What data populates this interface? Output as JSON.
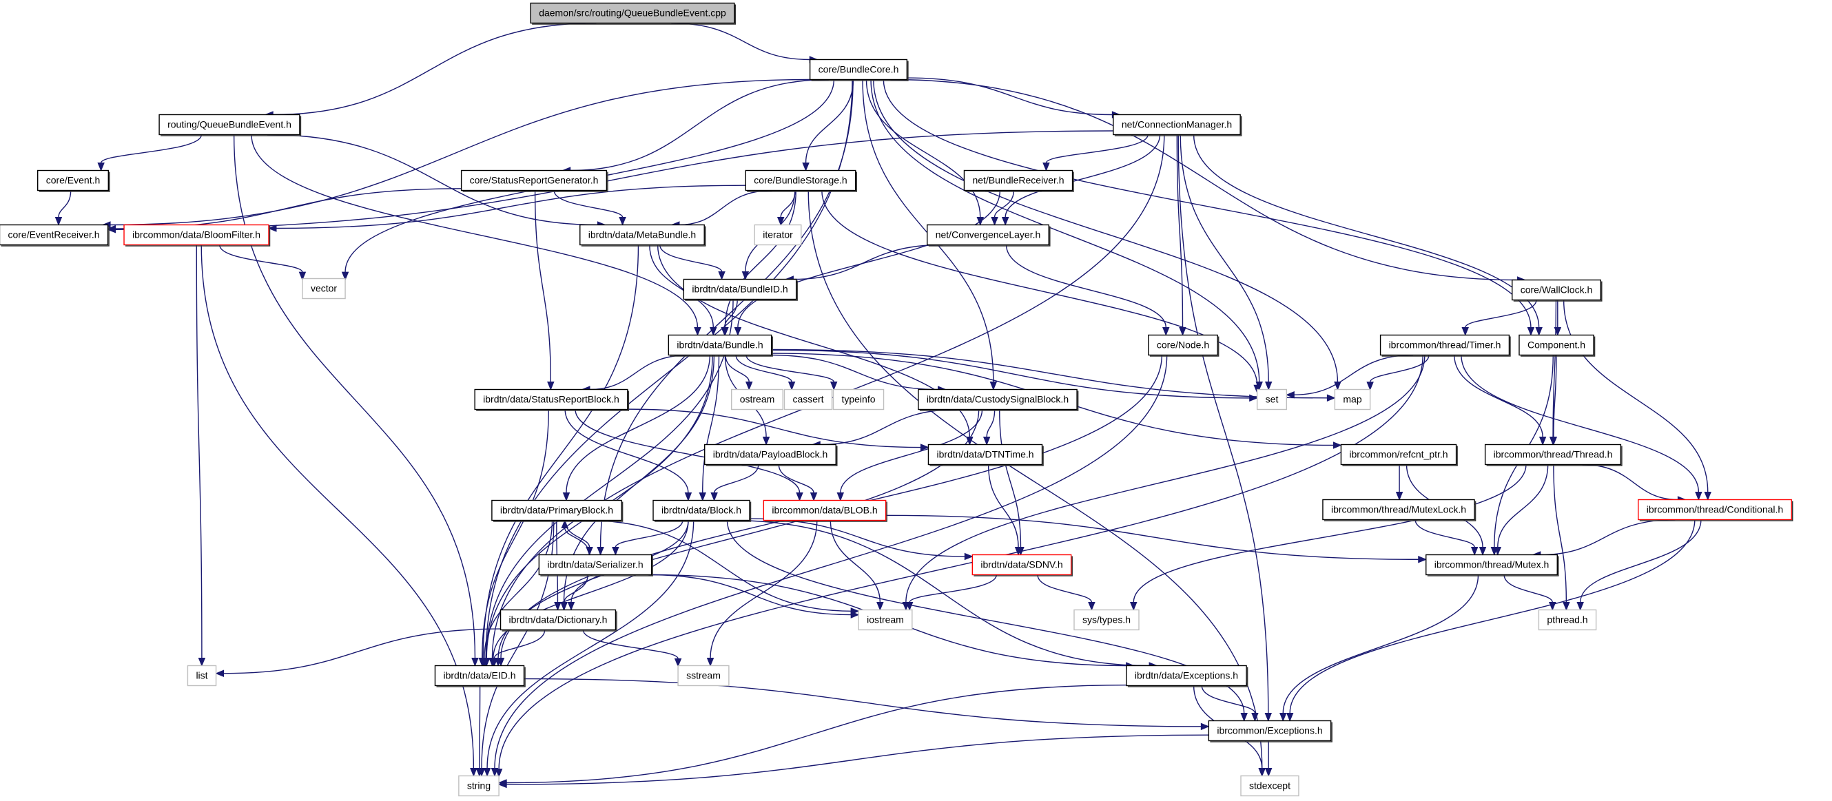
{
  "title": "daemon/src/routing/QueueBundleEvent.cpp",
  "colors": {
    "edge": "#191970",
    "root_fill": "#bfbfbf",
    "node_border": "#000000",
    "external_border": "#bfbfbf",
    "undocumented_border": "#ff0000"
  },
  "nodes": [
    {
      "id": "root",
      "label": "daemon/src/routing/QueueBundleEvent.cpp",
      "kind": "root"
    },
    {
      "id": "BundleCore",
      "label": "core/BundleCore.h",
      "kind": "normal"
    },
    {
      "id": "QueueBundleEventH",
      "label": "routing/QueueBundleEvent.h",
      "kind": "normal"
    },
    {
      "id": "ConnectionManager",
      "label": "net/ConnectionManager.h",
      "kind": "normal"
    },
    {
      "id": "Event",
      "label": "core/Event.h",
      "kind": "normal"
    },
    {
      "id": "StatusReportGenerator",
      "label": "core/StatusReportGenerator.h",
      "kind": "normal"
    },
    {
      "id": "BundleStorage",
      "label": "core/BundleStorage.h",
      "kind": "normal"
    },
    {
      "id": "BundleReceiver",
      "label": "net/BundleReceiver.h",
      "kind": "normal"
    },
    {
      "id": "EventReceiver",
      "label": "core/EventReceiver.h",
      "kind": "normal"
    },
    {
      "id": "BloomFilter",
      "label": "ibrcommon/data/BloomFilter.h",
      "kind": "red"
    },
    {
      "id": "MetaBundle",
      "label": "ibrdtn/data/MetaBundle.h",
      "kind": "normal"
    },
    {
      "id": "iterator",
      "label": "iterator",
      "kind": "external"
    },
    {
      "id": "ConvergenceLayer",
      "label": "net/ConvergenceLayer.h",
      "kind": "normal"
    },
    {
      "id": "vector",
      "label": "vector",
      "kind": "external"
    },
    {
      "id": "BundleID",
      "label": "ibrdtn/data/BundleID.h",
      "kind": "normal"
    },
    {
      "id": "WallClock",
      "label": "core/WallClock.h",
      "kind": "normal"
    },
    {
      "id": "Bundle",
      "label": "ibrdtn/data/Bundle.h",
      "kind": "normal"
    },
    {
      "id": "Node",
      "label": "core/Node.h",
      "kind": "normal"
    },
    {
      "id": "Timer",
      "label": "ibrcommon/thread/Timer.h",
      "kind": "normal"
    },
    {
      "id": "Component",
      "label": "Component.h",
      "kind": "normal"
    },
    {
      "id": "ostream",
      "label": "ostream",
      "kind": "external"
    },
    {
      "id": "cassert",
      "label": "cassert",
      "kind": "external"
    },
    {
      "id": "typeinfo",
      "label": "typeinfo",
      "kind": "external"
    },
    {
      "id": "set",
      "label": "set",
      "kind": "external"
    },
    {
      "id": "map",
      "label": "map",
      "kind": "external"
    },
    {
      "id": "StatusReportBlock",
      "label": "ibrdtn/data/StatusReportBlock.h",
      "kind": "normal"
    },
    {
      "id": "CustodySignalBlock",
      "label": "ibrdtn/data/CustodySignalBlock.h",
      "kind": "normal"
    },
    {
      "id": "PayloadBlock",
      "label": "ibrdtn/data/PayloadBlock.h",
      "kind": "normal"
    },
    {
      "id": "DTNTime",
      "label": "ibrdtn/data/DTNTime.h",
      "kind": "normal"
    },
    {
      "id": "refcnt_ptr",
      "label": "ibrcommon/refcnt_ptr.h",
      "kind": "normal"
    },
    {
      "id": "Thread",
      "label": "ibrcommon/thread/Thread.h",
      "kind": "normal"
    },
    {
      "id": "PrimaryBlock",
      "label": "ibrdtn/data/PrimaryBlock.h",
      "kind": "normal"
    },
    {
      "id": "Block",
      "label": "ibrdtn/data/Block.h",
      "kind": "normal"
    },
    {
      "id": "BLOB",
      "label": "ibrcommon/data/BLOB.h",
      "kind": "red"
    },
    {
      "id": "MutexLock",
      "label": "ibrcommon/thread/MutexLock.h",
      "kind": "normal"
    },
    {
      "id": "Conditional",
      "label": "ibrcommon/thread/Conditional.h",
      "kind": "red"
    },
    {
      "id": "Serializer",
      "label": "ibrdtn/data/Serializer.h",
      "kind": "normal"
    },
    {
      "id": "SDNV",
      "label": "ibrdtn/data/SDNV.h",
      "kind": "red"
    },
    {
      "id": "Mutex",
      "label": "ibrcommon/thread/Mutex.h",
      "kind": "normal"
    },
    {
      "id": "Dictionary",
      "label": "ibrdtn/data/Dictionary.h",
      "kind": "normal"
    },
    {
      "id": "iostream",
      "label": "iostream",
      "kind": "external"
    },
    {
      "id": "systypes",
      "label": "sys/types.h",
      "kind": "external"
    },
    {
      "id": "pthread",
      "label": "pthread.h",
      "kind": "external"
    },
    {
      "id": "list",
      "label": "list",
      "kind": "external"
    },
    {
      "id": "EID",
      "label": "ibrdtn/data/EID.h",
      "kind": "normal"
    },
    {
      "id": "sstream",
      "label": "sstream",
      "kind": "external"
    },
    {
      "id": "DataExceptions",
      "label": "ibrdtn/data/Exceptions.h",
      "kind": "normal"
    },
    {
      "id": "CommonExceptions",
      "label": "ibrcommon/Exceptions.h",
      "kind": "normal"
    },
    {
      "id": "string",
      "label": "string",
      "kind": "external"
    },
    {
      "id": "stdexcept",
      "label": "stdexcept",
      "kind": "external"
    }
  ],
  "edges": [
    [
      "root",
      "BundleCore"
    ],
    [
      "root",
      "QueueBundleEventH"
    ],
    [
      "BundleCore",
      "ConnectionManager"
    ],
    [
      "BundleCore",
      "StatusReportGenerator"
    ],
    [
      "BundleCore",
      "BundleStorage"
    ],
    [
      "BundleCore",
      "EventReceiver"
    ],
    [
      "BundleCore",
      "vector"
    ],
    [
      "BundleCore",
      "ConvergenceLayer"
    ],
    [
      "BundleCore",
      "WallClock"
    ],
    [
      "BundleCore",
      "set"
    ],
    [
      "BundleCore",
      "map"
    ],
    [
      "BundleCore",
      "Component"
    ],
    [
      "BundleCore",
      "CustodySignalBlock"
    ],
    [
      "BundleCore",
      "EID"
    ],
    [
      "BundleCore",
      "Serializer"
    ],
    [
      "QueueBundleEventH",
      "Event"
    ],
    [
      "QueueBundleEventH",
      "MetaBundle"
    ],
    [
      "QueueBundleEventH",
      "Bundle"
    ],
    [
      "QueueBundleEventH",
      "EID"
    ],
    [
      "Event",
      "EventReceiver"
    ],
    [
      "ConnectionManager",
      "BundleReceiver"
    ],
    [
      "ConnectionManager",
      "ConvergenceLayer"
    ],
    [
      "ConnectionManager",
      "EventReceiver"
    ],
    [
      "ConnectionManager",
      "Node"
    ],
    [
      "ConnectionManager",
      "set"
    ],
    [
      "ConnectionManager",
      "Component"
    ],
    [
      "ConnectionManager",
      "CommonExceptions"
    ],
    [
      "ConnectionManager",
      "EID"
    ],
    [
      "StatusReportGenerator",
      "EventReceiver"
    ],
    [
      "StatusReportGenerator",
      "MetaBundle"
    ],
    [
      "StatusReportGenerator",
      "StatusReportBlock"
    ],
    [
      "BundleStorage",
      "BloomFilter"
    ],
    [
      "BundleStorage",
      "MetaBundle"
    ],
    [
      "BundleStorage",
      "iterator"
    ],
    [
      "BundleStorage",
      "BundleID"
    ],
    [
      "BundleStorage",
      "Bundle"
    ],
    [
      "BundleStorage",
      "set"
    ],
    [
      "BundleStorage",
      "stdexcept"
    ],
    [
      "BundleReceiver",
      "ConvergenceLayer"
    ],
    [
      "BundleReceiver",
      "Bundle"
    ],
    [
      "ConvergenceLayer",
      "BundleID"
    ],
    [
      "ConvergenceLayer",
      "Node"
    ],
    [
      "BloomFilter",
      "vector"
    ],
    [
      "BloomFilter",
      "list"
    ],
    [
      "BloomFilter",
      "string"
    ],
    [
      "MetaBundle",
      "BundleID"
    ],
    [
      "MetaBundle",
      "Bundle"
    ],
    [
      "MetaBundle",
      "EID"
    ],
    [
      "MetaBundle",
      "DTNTime"
    ],
    [
      "BundleID",
      "Bundle"
    ],
    [
      "BundleID",
      "EID"
    ],
    [
      "WallClock",
      "Timer"
    ],
    [
      "WallClock",
      "Component"
    ],
    [
      "WallClock",
      "Thread"
    ],
    [
      "WallClock",
      "Conditional"
    ],
    [
      "Bundle",
      "ostream"
    ],
    [
      "Bundle",
      "cassert"
    ],
    [
      "Bundle",
      "typeinfo"
    ],
    [
      "Bundle",
      "CustodySignalBlock"
    ],
    [
      "Bundle",
      "StatusReportBlock"
    ],
    [
      "Bundle",
      "PayloadBlock"
    ],
    [
      "Bundle",
      "PrimaryBlock"
    ],
    [
      "Bundle",
      "Block"
    ],
    [
      "Bundle",
      "set"
    ],
    [
      "Bundle",
      "map"
    ],
    [
      "Bundle",
      "refcnt_ptr"
    ],
    [
      "Bundle",
      "EID"
    ],
    [
      "Bundle",
      "Dictionary"
    ],
    [
      "Node",
      "EID"
    ],
    [
      "Node",
      "string"
    ],
    [
      "Timer",
      "set"
    ],
    [
      "Timer",
      "map"
    ],
    [
      "Timer",
      "Thread"
    ],
    [
      "Timer",
      "Conditional"
    ],
    [
      "Timer",
      "iostream"
    ],
    [
      "Timer",
      "string"
    ],
    [
      "Component",
      "Thread"
    ],
    [
      "Component",
      "Mutex"
    ],
    [
      "StatusReportBlock",
      "DTNTime"
    ],
    [
      "StatusReportBlock",
      "Block"
    ],
    [
      "StatusReportBlock",
      "BLOB"
    ],
    [
      "StatusReportBlock",
      "EID"
    ],
    [
      "CustodySignalBlock",
      "PayloadBlock"
    ],
    [
      "CustodySignalBlock",
      "DTNTime"
    ],
    [
      "CustodySignalBlock",
      "BLOB"
    ],
    [
      "CustodySignalBlock",
      "SDNV"
    ],
    [
      "CustodySignalBlock",
      "EID"
    ],
    [
      "PayloadBlock",
      "Block"
    ],
    [
      "PayloadBlock",
      "BLOB"
    ],
    [
      "DTNTime",
      "SDNV"
    ],
    [
      "refcnt_ptr",
      "MutexLock"
    ],
    [
      "refcnt_ptr",
      "Mutex"
    ],
    [
      "Thread",
      "Conditional"
    ],
    [
      "Thread",
      "Mutex"
    ],
    [
      "Thread",
      "pthread"
    ],
    [
      "Thread",
      "systypes"
    ],
    [
      "PrimaryBlock",
      "Serializer"
    ],
    [
      "PrimaryBlock",
      "Dictionary"
    ],
    [
      "PrimaryBlock",
      "EID"
    ],
    [
      "PrimaryBlock",
      "iostream"
    ],
    [
      "PrimaryBlock",
      "string"
    ],
    [
      "Block",
      "Serializer"
    ],
    [
      "Block",
      "SDNV"
    ],
    [
      "Block",
      "Dictionary"
    ],
    [
      "Block",
      "EID"
    ],
    [
      "Block",
      "DataExceptions"
    ],
    [
      "Block",
      "CommonExceptions"
    ],
    [
      "Block",
      "string"
    ],
    [
      "BLOB",
      "Mutex"
    ],
    [
      "BLOB",
      "iostream"
    ],
    [
      "BLOB",
      "sstream"
    ],
    [
      "MutexLock",
      "Mutex"
    ],
    [
      "Conditional",
      "Mutex"
    ],
    [
      "Conditional",
      "pthread"
    ],
    [
      "Conditional",
      "CommonExceptions"
    ],
    [
      "Serializer",
      "PrimaryBlock"
    ],
    [
      "Serializer",
      "Dictionary"
    ],
    [
      "Serializer",
      "iostream"
    ],
    [
      "Serializer",
      "DataExceptions"
    ],
    [
      "SDNV",
      "iostream"
    ],
    [
      "SDNV",
      "systypes"
    ],
    [
      "Mutex",
      "pthread"
    ],
    [
      "Mutex",
      "CommonExceptions"
    ],
    [
      "Dictionary",
      "EID"
    ],
    [
      "Dictionary",
      "sstream"
    ],
    [
      "Dictionary",
      "list"
    ],
    [
      "EID",
      "string"
    ],
    [
      "EID",
      "CommonExceptions"
    ],
    [
      "DataExceptions",
      "CommonExceptions"
    ],
    [
      "DataExceptions",
      "string"
    ],
    [
      "DataExceptions",
      "stdexcept"
    ],
    [
      "CommonExceptions",
      "string"
    ],
    [
      "CommonExceptions",
      "stdexcept"
    ]
  ]
}
